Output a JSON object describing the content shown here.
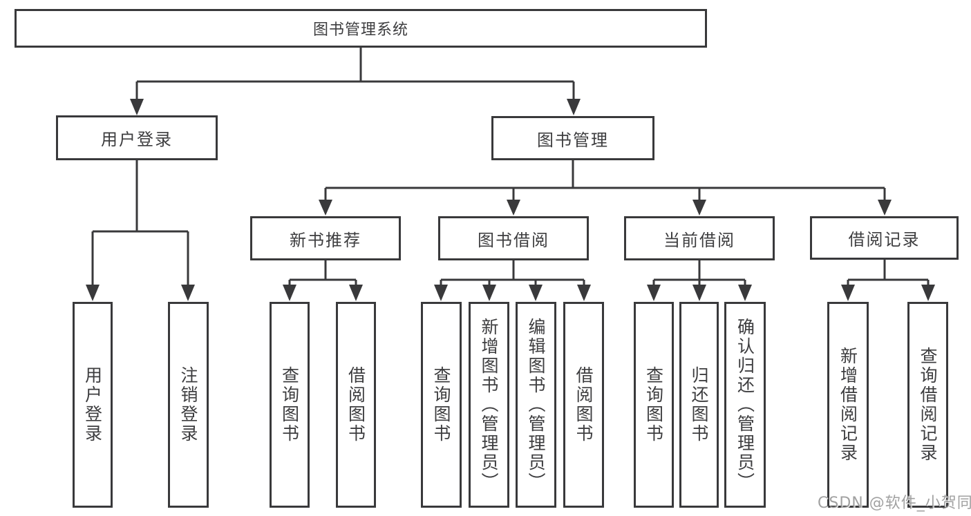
{
  "tree": {
    "root": {
      "label": "图书管理系统"
    },
    "level2": [
      {
        "label": "用户登录",
        "children": [
          {
            "label": "用户登录"
          },
          {
            "label": "注销登录"
          }
        ]
      },
      {
        "label": "图书管理",
        "children": [
          {
            "label": "新书推荐",
            "children": [
              {
                "label": "查询图书"
              },
              {
                "label": "借阅图书"
              }
            ]
          },
          {
            "label": "图书借阅",
            "children": [
              {
                "label": "查询图书"
              },
              {
                "label": "新增图书（管理员）"
              },
              {
                "label": "编辑图书（管理员）"
              },
              {
                "label": "借阅图书"
              }
            ]
          },
          {
            "label": "当前借阅",
            "children": [
              {
                "label": "查询图书"
              },
              {
                "label": "归还图书"
              },
              {
                "label": "确认归还（管理员）"
              }
            ]
          },
          {
            "label": "借阅记录",
            "children": [
              {
                "label": "新增借阅记录"
              },
              {
                "label": "查询借阅记录"
              }
            ]
          }
        ]
      }
    ]
  },
  "watermark": {
    "text": "CSDN @软件_小贺同学"
  },
  "colors": {
    "line": "#39393b",
    "text": "#3d3d3f",
    "background": "#ffffff",
    "watermark": "#919191"
  }
}
